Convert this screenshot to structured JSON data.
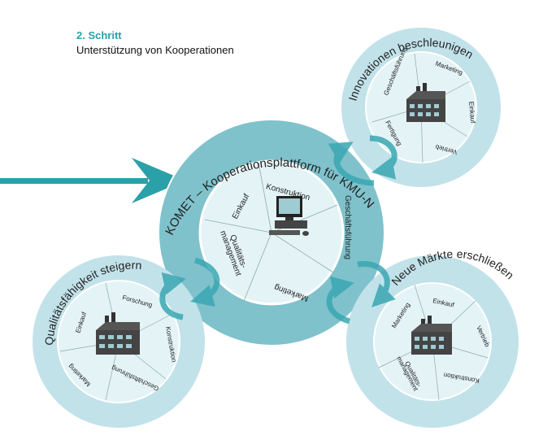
{
  "step": {
    "title": "2. Schritt",
    "subtitle": "Unterstützung von Kooperationen"
  },
  "center": {
    "title": "KOMET – Kooperationsplattform für KMU-Netzwerke",
    "segments": [
      "Konstruktion",
      "Geschäftsführung",
      "Marketing",
      "Qualitäts-",
      "management",
      "Einkauf"
    ]
  },
  "top_right": {
    "title": "Innovationen beschleunigen",
    "segments": [
      "Geschäftsführung",
      "Marketing",
      "Einkauf",
      "Vertrieb",
      "Fertigung"
    ]
  },
  "bottom_left": {
    "title": "Qualitätsfähigkeit steigern",
    "segments": [
      "Einkauf",
      "Forschung",
      "Konstruktion",
      "Geschäftsführung",
      "Marketing"
    ]
  },
  "bottom_right": {
    "title": "Neue Märkte erschließen",
    "segments": [
      "Marketing",
      "Einkauf",
      "Vertrieb",
      "Konstruktion",
      "Qualitäts-",
      "management"
    ]
  },
  "colors": {
    "teal": "#2a96a6",
    "platform": "#7fc2cc",
    "light_ring": "#c2e2ea",
    "inner": "#e4f3f6",
    "arrow": "#2aa0a8",
    "accent": "#2aa0a8"
  }
}
